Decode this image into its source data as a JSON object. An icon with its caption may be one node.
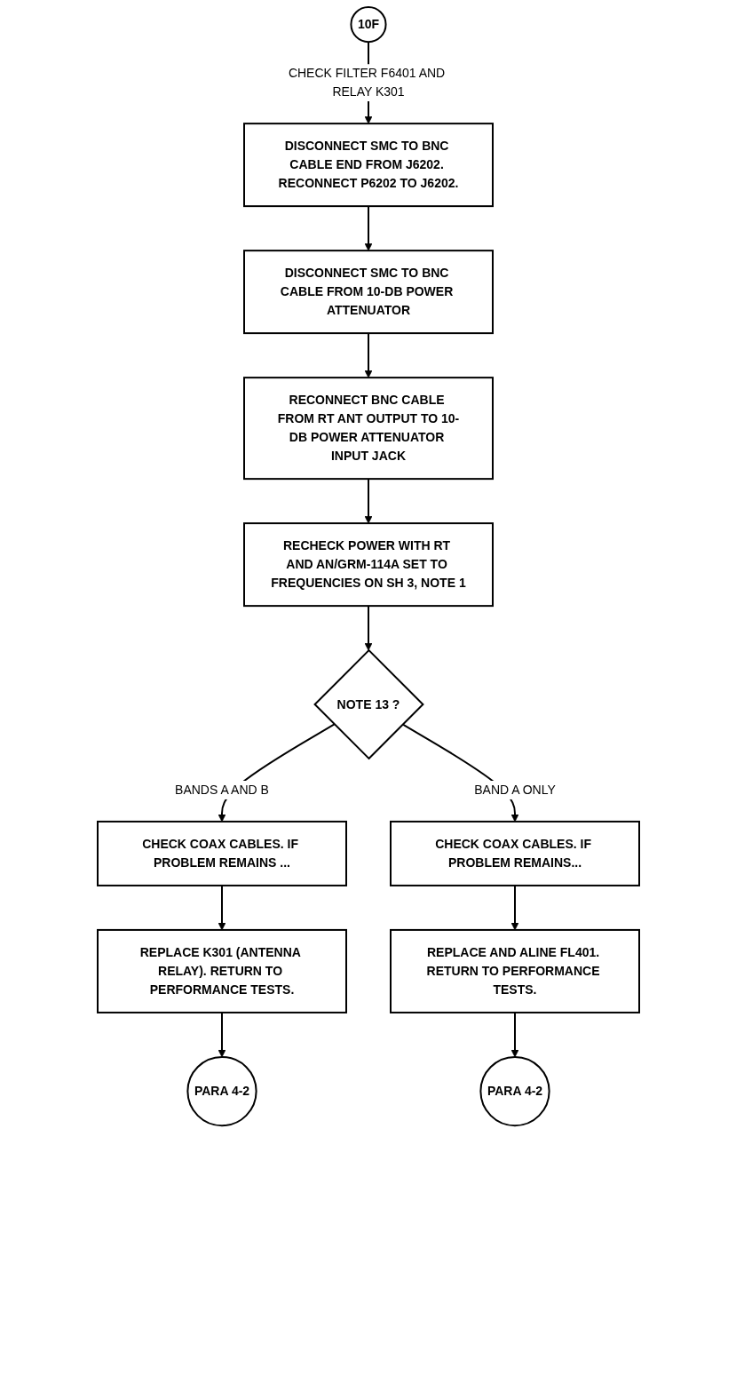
{
  "diagram": {
    "nodes": [
      {
        "text": [
          "10F"
        ]
      },
      {
        "text": [
          "DISCONNECT SMC TO BNC CABLE END FROM J6202. RECONNECT P6202 TO J6202."
        ]
      },
      {
        "text": [
          "DISCONNECT SMC TO BNC CABLE FROM 10-DB POWER ATTENUATOR"
        ]
      },
      {
        "text": [
          "RECONNECT BNC CABLE FROM RT ANT OUTPUT TO 10-DB POWER ATTENUATOR INPUT JACK"
        ]
      },
      {
        "text": [
          "RECHECK POWER WITH RT AND AN/GRM-114A SET TO FREQUENCIES ON SH 3, NOTE 1"
        ]
      },
      {
        "text": [
          "NOTE 13 ?"
        ]
      },
      {
        "text": [
          "CHECK COAX CABLES. IF PROBLEM REMAINS ..."
        ]
      },
      {
        "text": [
          "REPLACE K301 (ANTENNA RELAY). RETURN TO PERFORMANCE TESTS."
        ]
      },
      {
        "text": [
          "PARA 4-2"
        ]
      },
      {
        "text": [
          "CHECK COAX CABLES. IF PROBLEM REMAINS..."
        ]
      },
      {
        "text": [
          "REPLACE AND ALINE FL401. RETURN TO PERFORMANCE TESTS."
        ]
      },
      {
        "text": [
          "PARA 4-2"
        ]
      }
    ],
    "edges": [
      {
        "from": 0,
        "to": 1,
        "arrow": "to",
        "label": "CHECK FILTER F6401 AND RELAY K301"
      },
      {
        "from": 1,
        "to": 2,
        "arrow": "to"
      },
      {
        "from": 2,
        "to": 3,
        "arrow": "to"
      },
      {
        "from": 3,
        "to": 4,
        "arrow": "to"
      },
      {
        "from": 4,
        "to": 5,
        "arrow": "to"
      },
      {
        "from": 5,
        "to": 6,
        "arrow": "to",
        "label": "BANDS A AND B"
      },
      {
        "from": 6,
        "to": 7,
        "arrow": "to"
      },
      {
        "from": 7,
        "to": 8,
        "arrow": "to"
      },
      {
        "from": 5,
        "to": 9,
        "arrow": "to",
        "label": "BAND A ONLY"
      },
      {
        "from": 9,
        "to": 10,
        "arrow": "to"
      },
      {
        "from": 10,
        "to": 11,
        "arrow": "to"
      }
    ]
  }
}
